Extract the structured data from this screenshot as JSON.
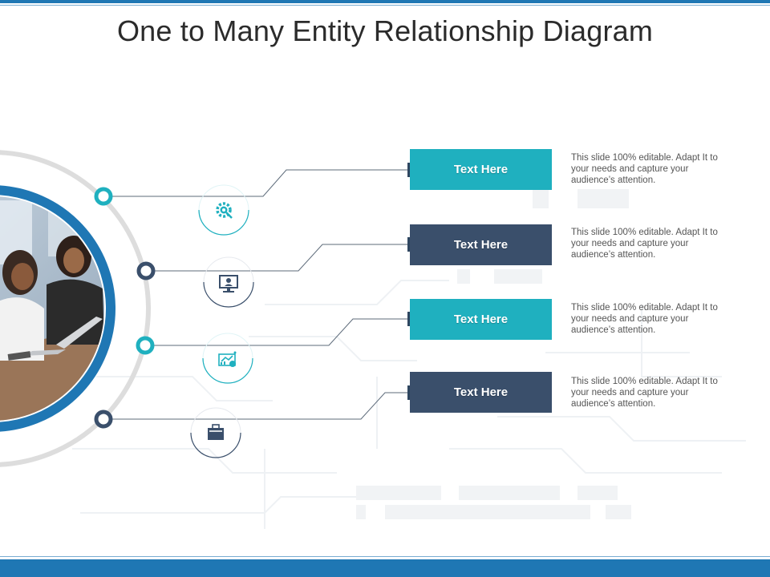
{
  "slide": {
    "title": "One to Many Entity Relationship Diagram"
  },
  "colors": {
    "teal": "#1fb0bf",
    "navy": "#3a4f6b",
    "accent_blue": "#1f77b4",
    "ring_gray": "#dddddd"
  },
  "items": [
    {
      "label": "Text Here",
      "description": "This slide 100% editable. Adapt  It to your needs and capture your audience’s attention.",
      "color": "teal",
      "icon": "gear-wrench-icon"
    },
    {
      "label": "Text Here",
      "description": "This slide 100% editable. Adapt  It to your needs and capture your audience’s attention.",
      "color": "navy",
      "icon": "computer-user-icon"
    },
    {
      "label": "Text Here",
      "description": "This slide 100% editable. Adapt  It to your needs and capture your audience’s attention.",
      "color": "teal",
      "icon": "analytics-chart-icon"
    },
    {
      "label": "Text Here",
      "description": "This slide 100% editable. Adapt  It to your needs and capture your audience’s attention.",
      "color": "navy",
      "icon": "briefcase-folder-icon"
    }
  ]
}
